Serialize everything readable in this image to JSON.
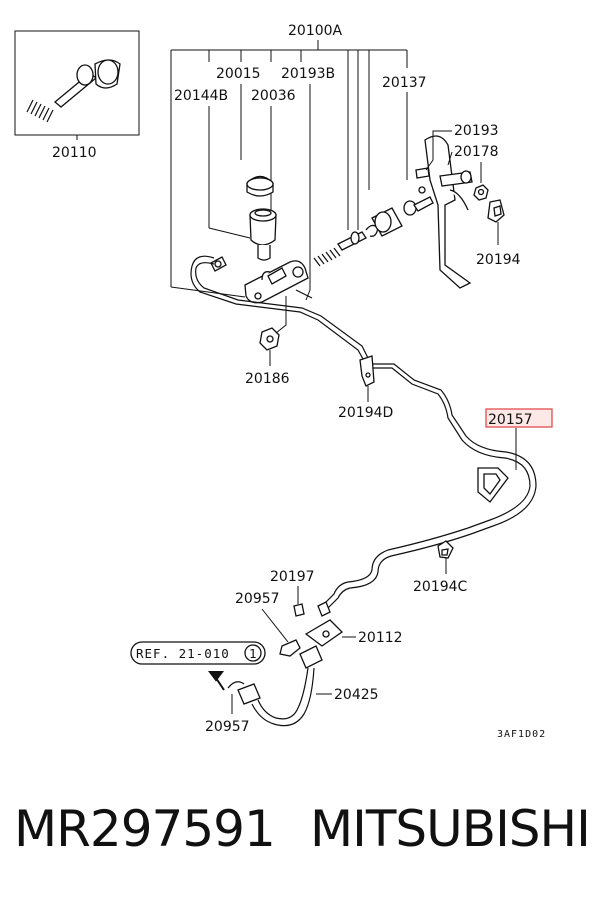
{
  "callouts": {
    "c20100A": "20100A",
    "c20015": "20015",
    "c20193B": "20193B",
    "c20144B": "20144B",
    "c20036": "20036",
    "c20137": "20137",
    "c20193": "20193",
    "c20178": "20178",
    "c20110": "20110",
    "c20194": "20194",
    "c20186": "20186",
    "c20194D": "20194D",
    "c20157": "20157",
    "c20197": "20197",
    "c20957a": "20957",
    "c20112": "20112",
    "c20194C": "20194C",
    "c20425": "20425",
    "c20957b": "20957"
  },
  "reference": {
    "text": "REF. 21-010",
    "circled": "1"
  },
  "diagram_code": "3AF1D02",
  "highlight_color": "#e04040",
  "footer": {
    "part_number": "MR297591",
    "brand": "MITSUBISHI"
  }
}
